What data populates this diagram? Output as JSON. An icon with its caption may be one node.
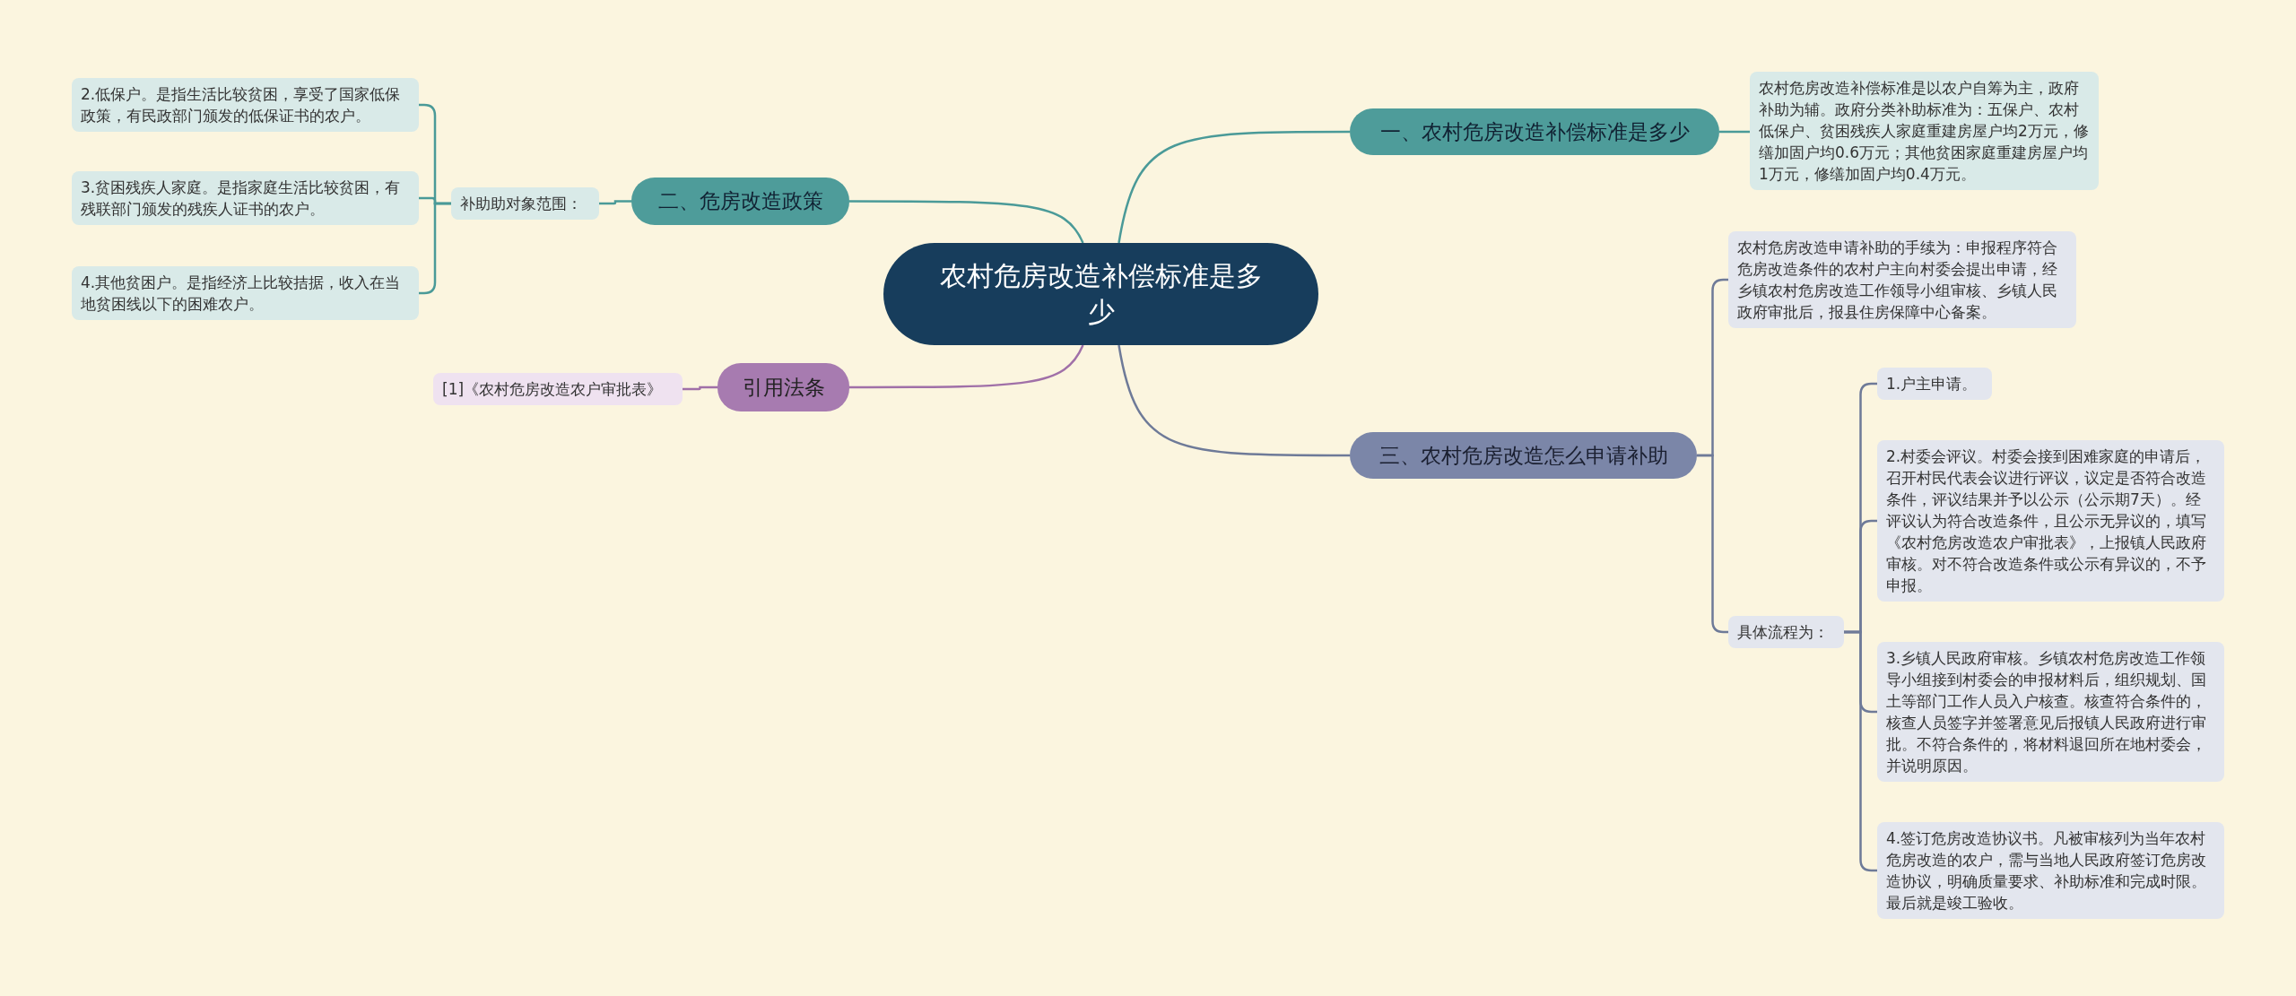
{
  "diagram": {
    "nodes": [
      {
        "text": [
          "农村危房改造补偿标准是多少"
        ]
      },
      {
        "text": [
          "一、农村危房改造补偿标准是多少"
        ]
      },
      {
        "text": [
          "农村危房改造补偿标准是以农户自筹为主，政府补助为辅。政府分类补助标准为：五保户、农村低保户、贫困残疾人家庭重建房屋户均2万元，修缮加固户均0.6万元；其他贫困家庭重建房屋户均1万元，修缮加固户均0.4万元。"
        ]
      },
      {
        "text": [
          "二、危房改造政策"
        ]
      },
      {
        "text": [
          "补助助对象范围："
        ]
      },
      {
        "text": [
          "2.低保户。是指生活比较贫困，享受了国家低保政策，有民政部门颁发的低保证书的农户。"
        ]
      },
      {
        "text": [
          "3.贫困残疾人家庭。是指家庭生活比较贫困，有残联部门颁发的残疾人证书的农户。"
        ]
      },
      {
        "text": [
          "4.其他贫困户。是指经济上比较拮据，收入在当地贫困线以下的困难农户。"
        ]
      },
      {
        "text": [
          "引用法条"
        ]
      },
      {
        "text": [
          "[1]《农村危房改造农户审批表》"
        ]
      },
      {
        "text": [
          "三、农村危房改造怎么申请补助"
        ]
      },
      {
        "text": [
          "农村危房改造申请补助的手续为：申报程序符合危房改造条件的农村户主向村委会提出申请，经乡镇农村危房改造工作领导小组审核、乡镇人民政府审批后，报县住房保障中心备案。"
        ]
      },
      {
        "text": [
          "具体流程为："
        ]
      },
      {
        "text": [
          "1.户主申请。"
        ]
      },
      {
        "text": [
          "2.村委会评议。村委会接到困难家庭的申请后，召开村民代表会议进行评议，议定是否符合改造条件，评议结果并予以公示（公示期7天）。经评议认为符合改造条件，且公示无异议的，填写《农村危房改造农户审批表》，上报镇人民政府审核。对不符合改造条件或公示有异议的，不予申报。"
        ]
      },
      {
        "text": [
          "3.乡镇人民政府审核。乡镇农村危房改造工作领导小组接到村委会的申报材料后，组织规划、国土等部门工作人员入户核查。核查符合条件的，核查人员签字并签署意见后报镇人民政府进行审批。不符合条件的，将材料退回所在地村委会，并说明原因。"
        ]
      },
      {
        "text": [
          "4.签订危房改造协议书。凡被审核列为当年农村危房改造的农户，需与当地人民政府签订危房改造协议，明确质量要求、补助标准和完成时限。最后就是竣工验收。"
        ]
      }
    ],
    "edges": [
      {
        "from": 0,
        "to": 1,
        "arrow": "none",
        "color": "#4a9a98"
      },
      {
        "from": 1,
        "to": 2,
        "arrow": "none",
        "color": "#4a9a98"
      },
      {
        "from": 0,
        "to": 3,
        "arrow": "none",
        "color": "#4a9a98"
      },
      {
        "from": 3,
        "to": 4,
        "arrow": "none",
        "color": "#4a9a98"
      },
      {
        "from": 4,
        "to": 5,
        "arrow": "none",
        "color": "#4a9a98"
      },
      {
        "from": 4,
        "to": 6,
        "arrow": "none",
        "color": "#4a9a98"
      },
      {
        "from": 4,
        "to": 7,
        "arrow": "none",
        "color": "#4a9a98"
      },
      {
        "from": 0,
        "to": 8,
        "arrow": "none",
        "color": "#a070a8"
      },
      {
        "from": 8,
        "to": 9,
        "arrow": "none",
        "color": "#a070a8"
      },
      {
        "from": 0,
        "to": 10,
        "arrow": "none",
        "color": "#6e7a98"
      },
      {
        "from": 10,
        "to": 11,
        "arrow": "none",
        "color": "#6e7a98"
      },
      {
        "from": 10,
        "to": 12,
        "arrow": "none",
        "color": "#6e7a98"
      },
      {
        "from": 12,
        "to": 13,
        "arrow": "none",
        "color": "#6e7a98"
      },
      {
        "from": 12,
        "to": 14,
        "arrow": "none",
        "color": "#6e7a98"
      },
      {
        "from": 12,
        "to": 15,
        "arrow": "none",
        "color": "#6e7a98"
      },
      {
        "from": 12,
        "to": 16,
        "arrow": "none",
        "color": "#6e7a98"
      }
    ]
  }
}
